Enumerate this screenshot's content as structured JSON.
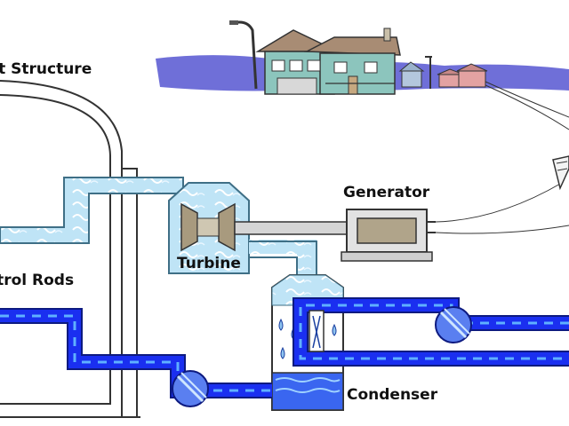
{
  "labels": {
    "containment": "nt Structure",
    "control_rods": "ntrol Rods",
    "generator": "Generator",
    "turbine": "Turbine",
    "condenser": "Condenser"
  },
  "colors": {
    "steam": "#bfe4f6",
    "steam_outline": "#3f6f86",
    "water": "#1a2ff0",
    "water_dash": "#5fb0ff",
    "water_outline": "#0d1a80",
    "ground": "#6f6fd8",
    "house_body": "#8cc5bd",
    "roof": "#a88c74",
    "machine": "#e2e2e2",
    "outline": "#222222"
  },
  "icons": {
    "pump_main": "pump-icon",
    "pump_cooling": "pump-icon",
    "utility_pole": "utility-pole-icon",
    "house": "house-icon",
    "street_lamp": "street-lamp-icon"
  }
}
